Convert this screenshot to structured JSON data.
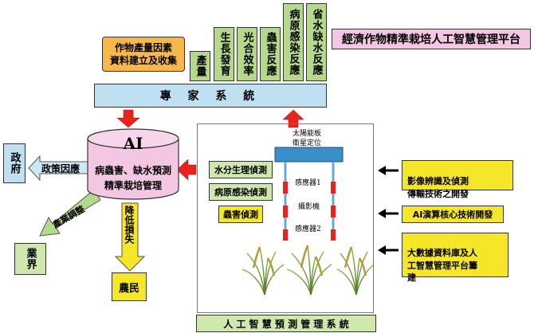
{
  "top": {
    "factor_box": "作物產量因素\n資料建立及收集",
    "columns": [
      "產量",
      "生長發育",
      "光合效率",
      "蟲害反應",
      "病原感染反應",
      "省水缺水反應"
    ],
    "platform_title": "經濟作物精準栽培人工智慧管理平台"
  },
  "expert_system": "專 家 系 統",
  "ai": {
    "title": "AI",
    "line1": "病蟲害、缺水預測",
    "line2": "精準栽培管理"
  },
  "outputs": {
    "gov": "政府",
    "gov_label": "政策因應",
    "industry": "業界",
    "industry_label": "產業調整",
    "farmer": "農民",
    "farmer_label": "降低損失"
  },
  "monitors": [
    "水分生理偵測",
    "病原感染偵測",
    "蟲害偵測"
  ],
  "field": {
    "solar": "太陽能板",
    "gps": "衛星定位",
    "sensor1": "感應器1",
    "camera": "攝影機",
    "sensor2": "感應器2"
  },
  "tech": {
    "item1": "影像辨識及偵測\n傳輸技術之開發",
    "item2": "AI演算核心技術開發",
    "item3": "大數據資料庫及人\n工智慧管理平台籌\n建"
  },
  "bottom_title": "人 工 智 慧 預 測 管 理 系 統",
  "colors": {
    "green": "#b5d98a",
    "yellow": "#f6e62a",
    "pink": "#f3c6e3",
    "orange": "#f7b84a",
    "light_blue": "#bfe0f1",
    "red_arrow": "#e8231d",
    "blue_arrow": "#cde7f4"
  }
}
